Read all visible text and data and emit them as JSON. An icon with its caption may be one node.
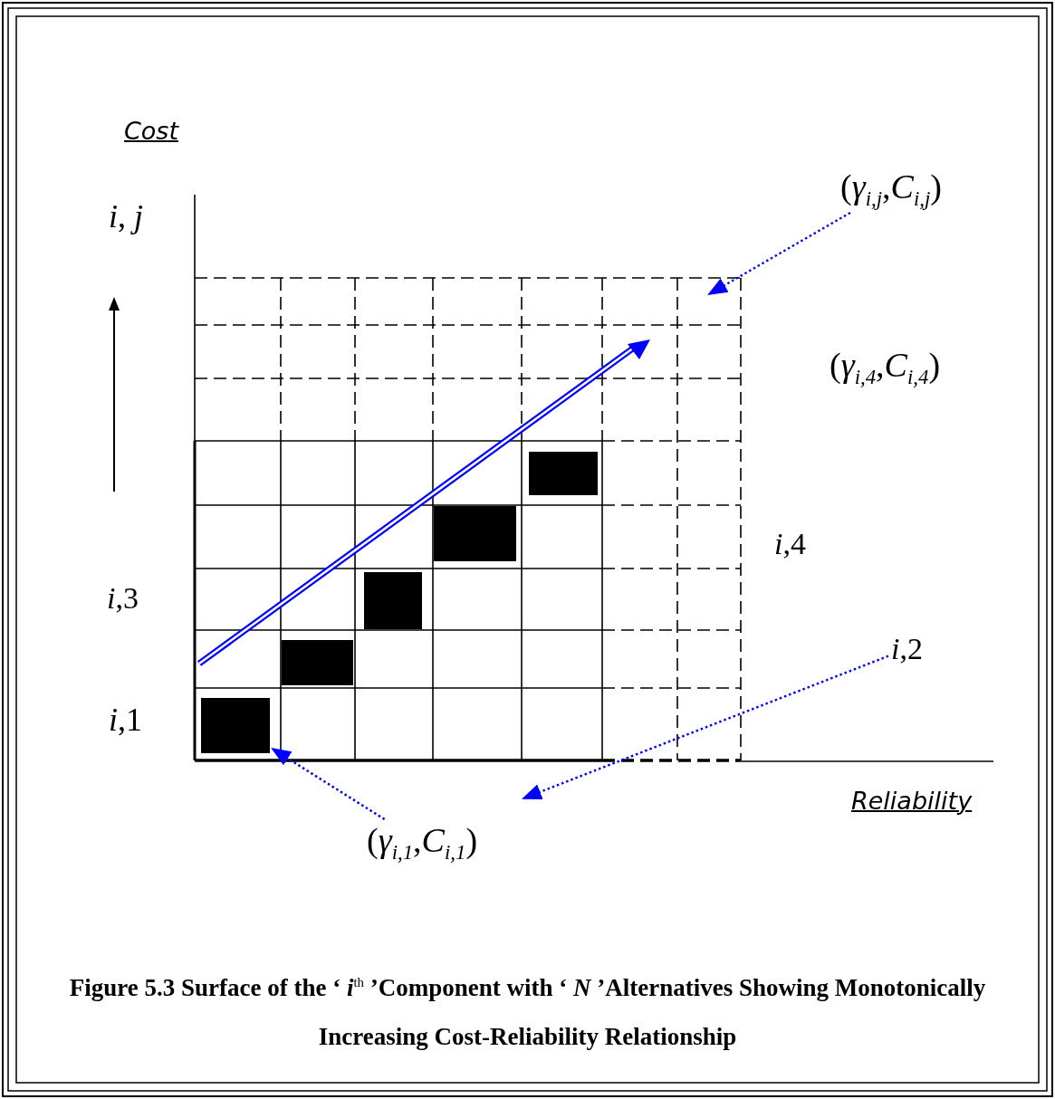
{
  "diagram": {
    "caption": "Figure 5.3 Surface of the ‘ *i*$^{th}$ ’Component with ‘ *N* ’Alternatives Showing Monotonically Increasing Cost-Reliability Relationship",
    "nodes": [
      {
        "text": [
          "(*γ*$_{i,j}$,*C*$_{i,j}$)"
        ]
      },
      {
        "text": [
          "*i*,2"
        ]
      },
      {
        "text": [
          "(*γ*$_{i,1}$,*C*$_{i,1}$)"
        ]
      },
      {
        "text": [],
        "shape": "box"
      },
      {
        "text": [],
        "shape": "box"
      },
      {
        "text": [],
        "shape": "box"
      },
      {
        "text": [],
        "shape": "box"
      },
      {
        "text": [],
        "shape": "box"
      }
    ],
    "edges": [
      {
        "from": 0,
        "to": null,
        "arrow": "to",
        "style": "dashed"
      },
      {
        "from": 1,
        "to": null,
        "arrow": "to",
        "style": "dashed"
      },
      {
        "from": 2,
        "to": 3,
        "arrow": "to",
        "style": "dashed"
      }
    ],
    "labels": [
      "Cost",
      "*i*, *j*",
      "*i*,3",
      "*i*,1",
      "(*γ*$_{i,4}$,*C*$_{i,4}$)",
      "*i*,4",
      "Reliability"
    ]
  }
}
